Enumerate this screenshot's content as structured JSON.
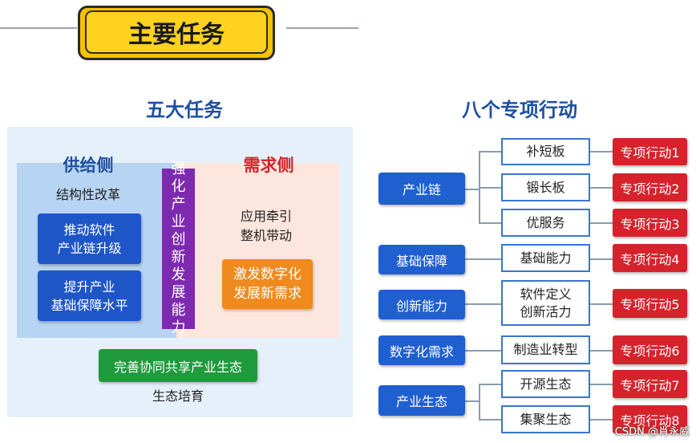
{
  "header": {
    "title": "主要任务"
  },
  "left": {
    "title": "五大任务",
    "supply": {
      "title": "供给侧",
      "subtitle": "结构性改革",
      "box1": "推动软件\n产业链升级",
      "box2": "提升产业\n基础保障水平"
    },
    "center": "强化产业创新发展能力",
    "demand": {
      "title": "需求侧",
      "subtitle": "应用牵引\n整机带动",
      "box": "激发数字化\n发展新需求"
    },
    "bottom_box": "完善协同共享产业生态",
    "bottom_label": "生态培育"
  },
  "right": {
    "title": "八个专项行动",
    "categories": [
      "产业链",
      "基础保障",
      "创新能力",
      "数字化需求",
      "产业生态"
    ],
    "items": [
      "补短板",
      "锻长板",
      "优服务",
      "基础能力",
      "软件定义\n创新活力",
      "制造业转型",
      "开源生态",
      "集聚生态"
    ],
    "actions": [
      "专项行动1",
      "专项行动2",
      "专项行动3",
      "专项行动4",
      "专项行动5",
      "专项行动6",
      "专项行动7",
      "专项行动8"
    ]
  },
  "watermark": "CSDN @肖永威",
  "colors": {
    "title_yellow": "#ffd21f",
    "heading_blue": "#1f4fa0",
    "supply_blue": "#1e56c7",
    "demand_orange": "#ef8a1e",
    "center_purple": "#7d2ab0",
    "eco_green": "#1f9a3c",
    "action_red": "#d6222b"
  }
}
